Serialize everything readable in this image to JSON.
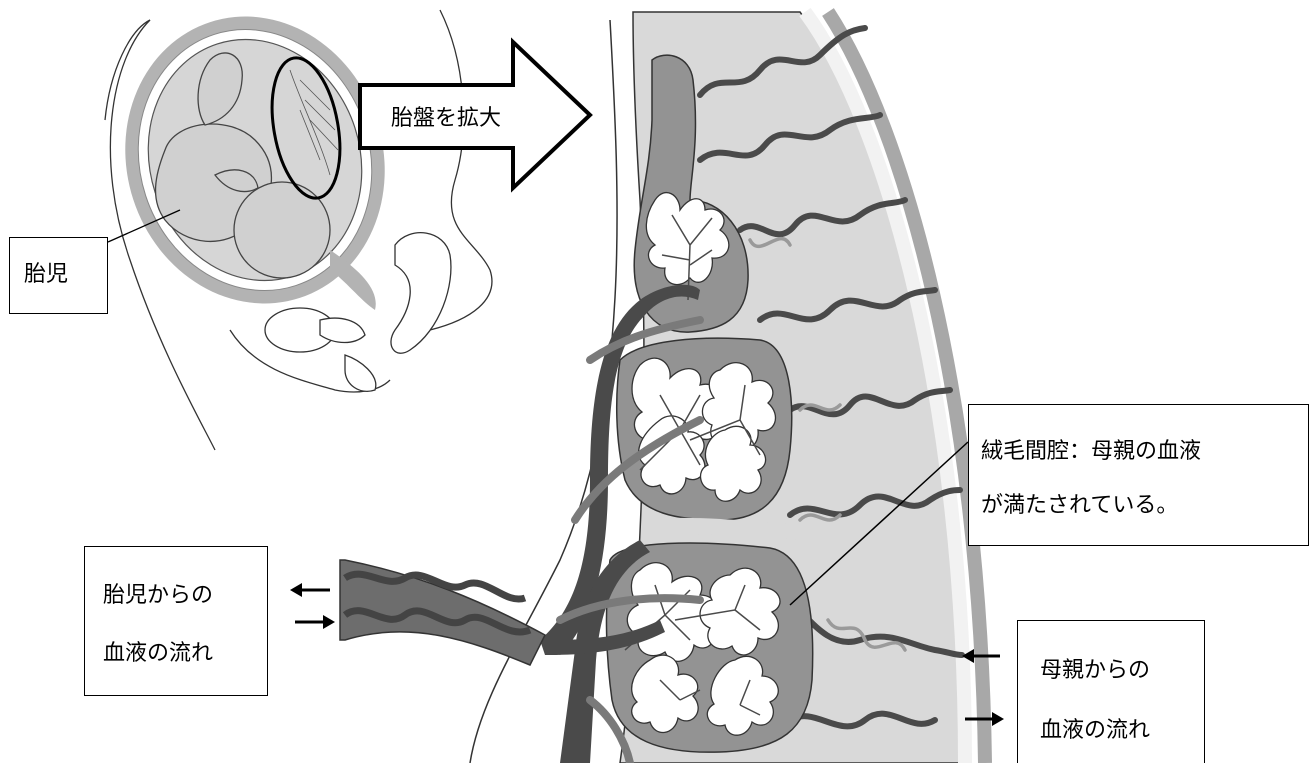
{
  "labels": {
    "fetus": "胎児",
    "zoom": "胎盤を拡大",
    "intervillous_line1": "絨毛間腔：母親の血液",
    "intervillous_line2": "が満たされている。",
    "fetal_flow_line1": "胎児からの",
    "fetal_flow_line2": "血液の流れ",
    "maternal_flow_line1": "母親からの",
    "maternal_flow_line2": "血液の流れ"
  },
  "colors": {
    "uterus_fill": "#d8d8d8",
    "uterus_edge": "#9a9a9a",
    "vessel_dark": "#4a4a4a",
    "lobe_fill": "#8f8f8f",
    "tissue_light": "#cfcfcf",
    "outline": "#000000"
  },
  "icons": [
    "zoom-arrow-icon",
    "arrow-left-icon",
    "arrow-right-icon"
  ]
}
